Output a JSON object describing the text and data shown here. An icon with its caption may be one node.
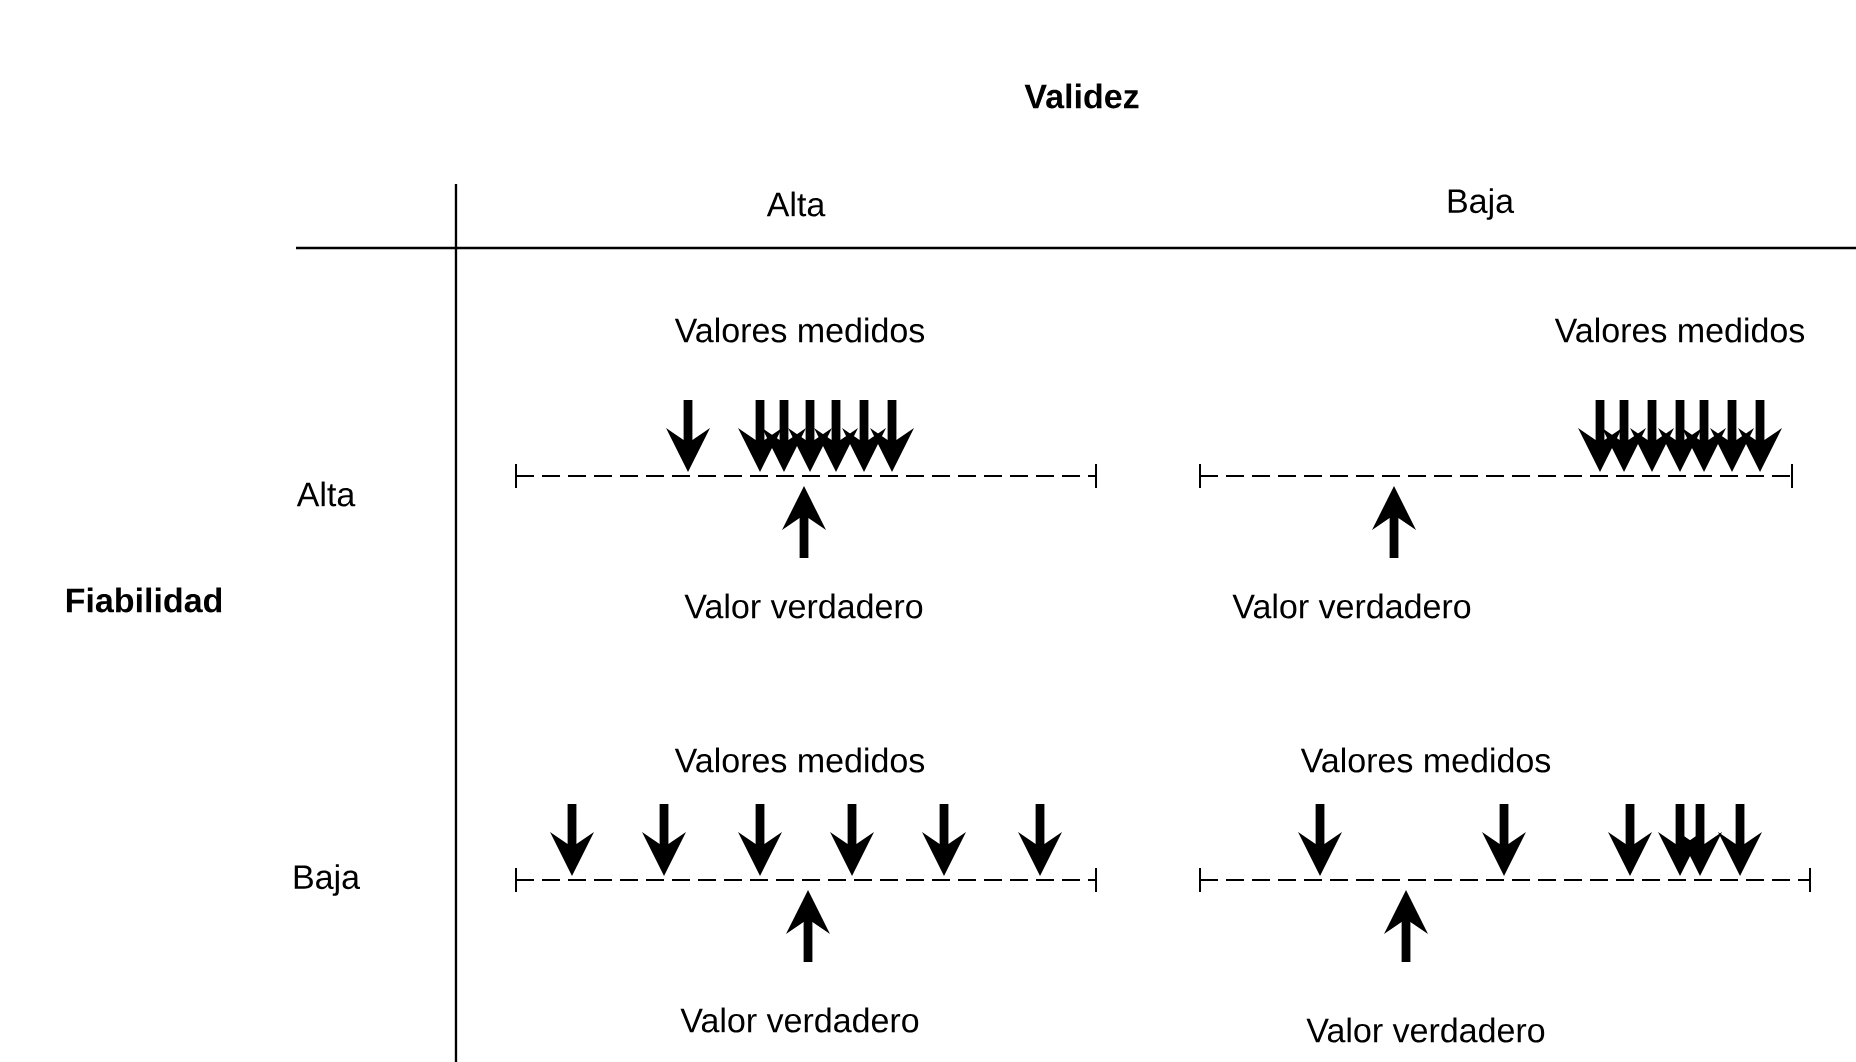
{
  "diagram": {
    "title": "Validez",
    "labels": [
      "Alta",
      "Baja",
      "Valores medidos",
      "Valores medidos",
      "Alta",
      "Fiabilidad",
      "Valor verdadero",
      "Valor verdadero",
      "Valores medidos",
      "Valores medidos",
      "Baja",
      "Valor verdadero",
      "Valor verdadero"
    ]
  }
}
